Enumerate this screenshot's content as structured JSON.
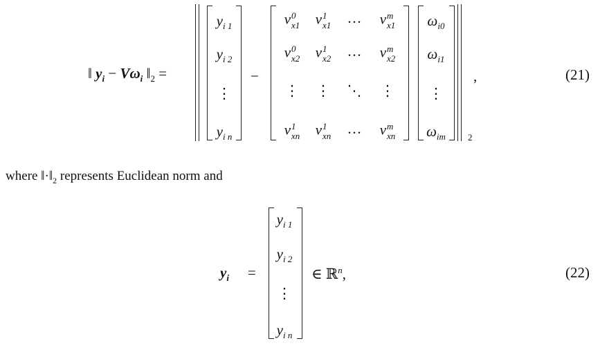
{
  "eq21": {
    "lhs": {
      "open": "‖",
      "y": "y",
      "y_sub": "i",
      "minus": "−",
      "V": "V",
      "omega": "ω",
      "omega_sub": "i",
      "close": "‖",
      "close_sub": "2",
      "equals": "="
    },
    "vector_y": [
      {
        "base": "y",
        "sub": "i 1"
      },
      {
        "base": "y",
        "sub": "i 2"
      },
      {
        "base": "⋮",
        "sub": ""
      },
      {
        "base": "y",
        "sub": "i n"
      }
    ],
    "minus": "−",
    "matrix_V": [
      [
        {
          "base": "ν",
          "sup": "0",
          "sub": "x1"
        },
        {
          "base": "ν",
          "sup": "1",
          "sub": "x1"
        },
        {
          "base": "…",
          "sup": "",
          "sub": ""
        },
        {
          "base": "ν",
          "sup": "m",
          "sub": "x1"
        }
      ],
      [
        {
          "base": "ν",
          "sup": "0",
          "sub": "x2"
        },
        {
          "base": "ν",
          "sup": "1",
          "sub": "x2"
        },
        {
          "base": "…",
          "sup": "",
          "sub": ""
        },
        {
          "base": "ν",
          "sup": "m",
          "sub": "x2"
        }
      ],
      [
        {
          "base": "⋮",
          "sup": "",
          "sub": ""
        },
        {
          "base": "⋮",
          "sup": "",
          "sub": ""
        },
        {
          "base": "⋱",
          "sup": "",
          "sub": ""
        },
        {
          "base": "⋮",
          "sup": "",
          "sub": ""
        }
      ],
      [
        {
          "base": "ν",
          "sup": "1",
          "sub": "xn"
        },
        {
          "base": "ν",
          "sup": "1",
          "sub": "xn"
        },
        {
          "base": "…",
          "sup": "",
          "sub": ""
        },
        {
          "base": "ν",
          "sup": "m",
          "sub": "xn"
        }
      ]
    ],
    "vector_omega": [
      {
        "base": "ω",
        "sub": "i0"
      },
      {
        "base": "ω",
        "sub": "i1"
      },
      {
        "base": "⋮",
        "sub": ""
      },
      {
        "base": "ω",
        "sub": "im"
      }
    ],
    "norm_sub": "2",
    "comma": ",",
    "number": "(21)"
  },
  "text": {
    "before": "where ",
    "norm": "‖·‖",
    "norm_sub": "2",
    "after": " represents Euclidean norm and"
  },
  "eq22": {
    "lhs": "y",
    "lhs_sub": "i",
    "equals": "=",
    "vector_y": [
      {
        "base": "y",
        "sub": "i 1"
      },
      {
        "base": "y",
        "sub": "i 2"
      },
      {
        "base": "⋮",
        "sub": ""
      },
      {
        "base": "y",
        "sub": "i n"
      }
    ],
    "in": "∈ ℝ",
    "in_sup": "n",
    "comma": ",",
    "number": "(22)"
  }
}
